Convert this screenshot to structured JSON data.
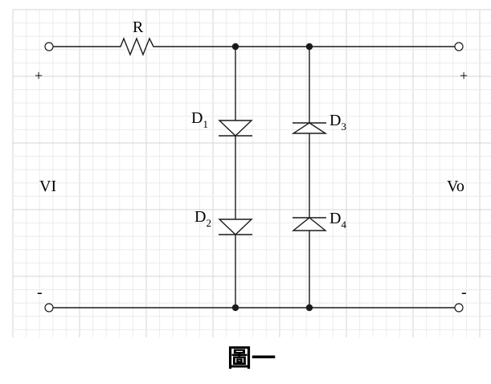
{
  "circuit": {
    "resistor_label": "R",
    "input_label": "VI",
    "output_label": "Vo",
    "input_plus": "+",
    "input_minus": "-",
    "output_plus": "+",
    "output_minus": "-",
    "diodes": [
      {
        "base": "D",
        "sub": "1"
      },
      {
        "base": "D",
        "sub": "2"
      },
      {
        "base": "D",
        "sub": "3"
      },
      {
        "base": "D",
        "sub": "4"
      }
    ]
  },
  "caption": "圖一",
  "colors": {
    "grid_minor": "#ececec",
    "grid_major": "#d4d4d4",
    "wire": "#1a1a1a",
    "background": "#ffffff"
  }
}
